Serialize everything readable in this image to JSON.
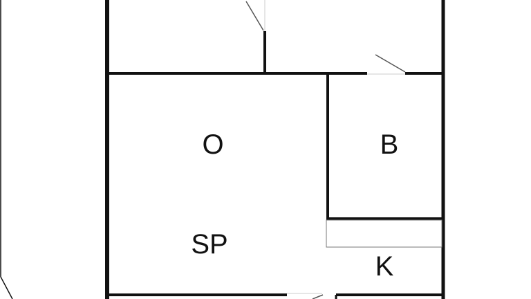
{
  "floorplan": {
    "rooms": [
      {
        "id": "o",
        "label": "O"
      },
      {
        "id": "b",
        "label": "B"
      },
      {
        "id": "sp",
        "label": "SP"
      },
      {
        "id": "k",
        "label": "K"
      }
    ],
    "colors": {
      "wall": "#111111",
      "thin_line": "#555555",
      "background": "#ffffff"
    }
  }
}
